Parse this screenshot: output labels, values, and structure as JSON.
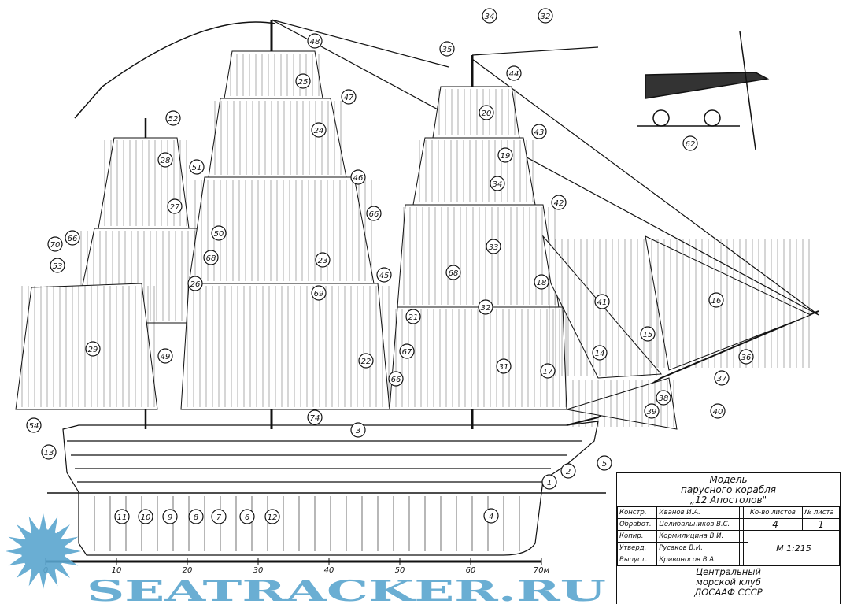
{
  "drawing": {
    "callouts": [
      "48",
      "25",
      "47",
      "24",
      "46",
      "52",
      "28",
      "51",
      "27",
      "66",
      "70",
      "53",
      "50",
      "68",
      "26",
      "23",
      "69",
      "49",
      "29",
      "54",
      "13",
      "22",
      "21",
      "67",
      "66",
      "66",
      "45",
      "74",
      "3",
      "35",
      "44",
      "34",
      "32",
      "20",
      "43",
      "19",
      "34",
      "42",
      "33",
      "68",
      "32",
      "18",
      "41",
      "15",
      "16",
      "14",
      "17",
      "31",
      "36",
      "37",
      "38",
      "39",
      "40",
      "5",
      "2",
      "1",
      "4",
      "11",
      "10",
      "9",
      "8",
      "7",
      "6",
      "12",
      "62"
    ],
    "scale_ticks": [
      "0",
      "10",
      "20",
      "30",
      "40",
      "50",
      "60",
      "70м"
    ]
  },
  "title_block": {
    "title_lines": [
      "Модель",
      "парусного корабля",
      "„12 Апостолов\""
    ],
    "rows": [
      {
        "role": "Констр.",
        "name": "Иванов И.А."
      },
      {
        "role": "Обработ.",
        "name": "Целибальников В.С."
      },
      {
        "role": "Копир.",
        "name": "Кормилицина В.И."
      },
      {
        "role": "Утверд.",
        "name": "Русаков В.И."
      },
      {
        "role": "Выпуст.",
        "name": "Кривоносов В.А."
      }
    ],
    "sheets_label": "Ко-во листов",
    "sheet_no_label": "№ листа",
    "sheets_count": "4",
    "sheet_no": "1",
    "scale": "М 1:215",
    "org_lines": [
      "Центральный",
      "морской клуб",
      "ДОСААФ СССР"
    ]
  },
  "watermark": {
    "text": "SEATRACKER.RU",
    "color": "#5aa6cf"
  }
}
